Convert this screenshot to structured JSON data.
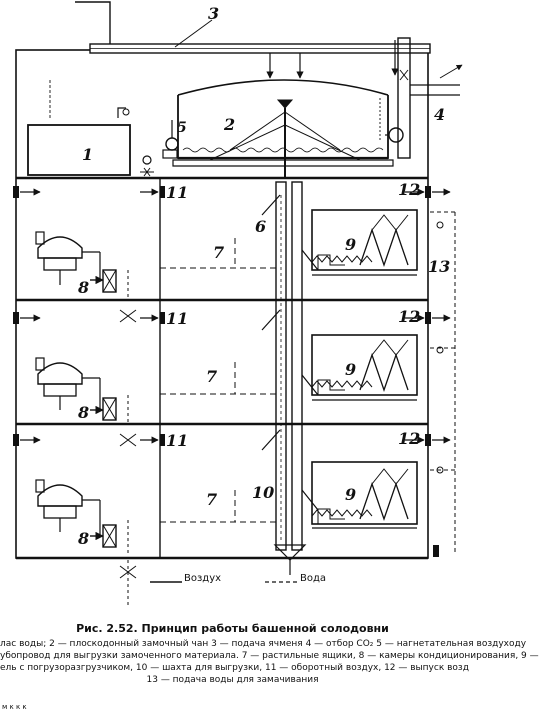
{
  "figure": {
    "labels": {
      "n1": "1",
      "n2": "2",
      "n3": "3",
      "n4": "4",
      "n5": "5",
      "n6": "6",
      "n7": "7",
      "n8": "8",
      "n9": "9",
      "n10": "10",
      "n11": "11",
      "n12": "12",
      "n13": "13"
    },
    "legend": {
      "air": "Воздух",
      "water": "Вода"
    }
  },
  "caption": {
    "title": "Рис. 2.52. Принцип работы башенной солодовни",
    "lines": [
      "лас воды; 2 — плоскодонный замочный чан 3 — подача ячменя 4 — отбор CO₂ 5 — нагнетательная воздуходу",
      "убопровод для выгрузки замоченного материала. 7 — растильные ящики, 8 — камеры кондиционирования, 9 —",
      "ель с погрузоразгрузчиком, 10 — шахта для выгрузки, 11 — оборотный воздух, 12 — выпуск возд",
      "13 — подача воды для замачивания"
    ],
    "corner_mark": "м к к к"
  }
}
